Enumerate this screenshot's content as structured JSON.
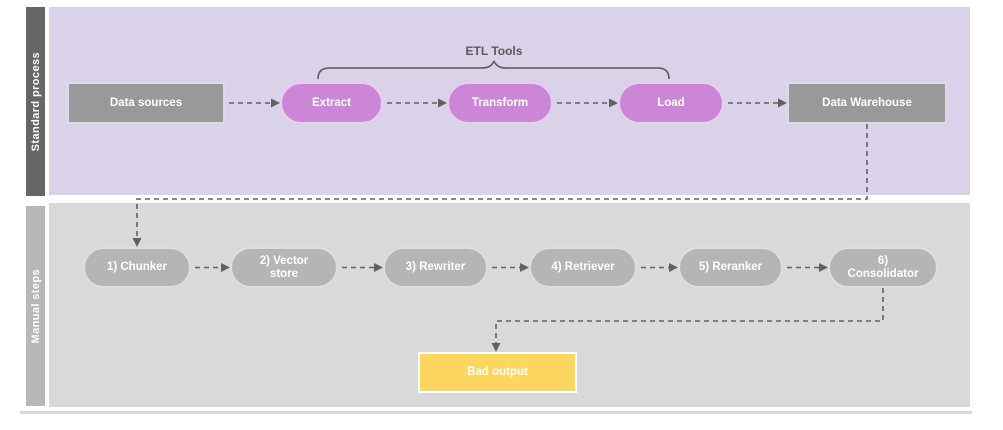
{
  "diagram": {
    "lanes": [
      {
        "label": "Standard process"
      },
      {
        "label": "Manual steps"
      }
    ],
    "etl_annotation": "ETL Tools",
    "standard_process": [
      {
        "label": "Data sources"
      },
      {
        "label": "Extract"
      },
      {
        "label": "Transform"
      },
      {
        "label": "Load"
      },
      {
        "label": "Data Warehouse"
      }
    ],
    "manual_steps": [
      {
        "label": "1) Chunker"
      },
      {
        "label": "2) Vector\nstore"
      },
      {
        "label": "3) Rewriter"
      },
      {
        "label": "4) Retriever"
      },
      {
        "label": "5) Reranker"
      },
      {
        "label": "6)\nConsolidator"
      }
    ],
    "result": {
      "label": "Bad output"
    },
    "colors": {
      "lane1_background": "#d9d2e9",
      "lane2_background": "#d9d9d9",
      "lane1_bar": "#666666",
      "lane2_bar": "#b7b7b7",
      "etl_pill_fill": "#cc86d8",
      "gray_box_fill": "#999999",
      "manual_pill_fill": "#b5b5b5",
      "result_box_fill": "#fcd65f",
      "connector": "#616161"
    }
  }
}
